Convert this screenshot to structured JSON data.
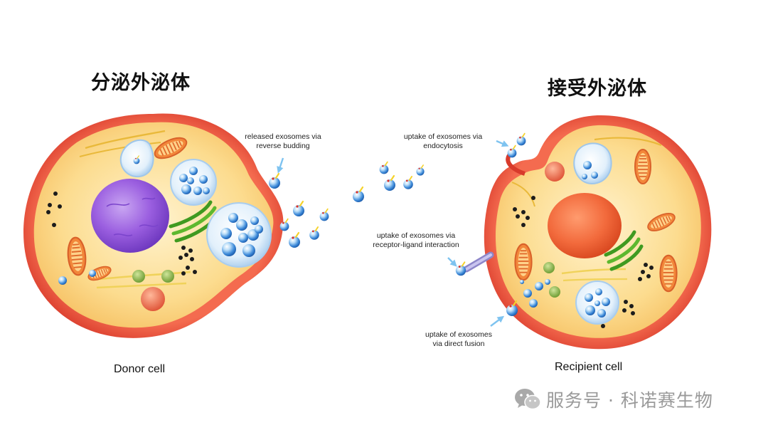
{
  "donor": {
    "title": "分泌外泌体",
    "label": "Donor cell"
  },
  "recipient": {
    "title": "接受外泌体",
    "label": "Recipient cell"
  },
  "annotations": {
    "release": [
      "released exosomes via",
      "reverse budding"
    ],
    "endocytosis": [
      "uptake of exosomes via",
      "endocytosis"
    ],
    "receptor": [
      "uptake of exosomes via",
      "receptor-ligand interaction"
    ],
    "fusion": [
      "uptake of exosomes",
      "via direct fusion"
    ]
  },
  "watermark": {
    "text": "服务号 · 科诺赛生物",
    "icon": "wechat-icon"
  },
  "colors": {
    "membrane": "#ef5a44",
    "cytoplasm": "#fcd57e",
    "donor_nucleus": "#9b5fe0",
    "recipient_nucleus": "#f26a3c",
    "mitochondria": "#f2873a",
    "golgi": "#4caf2a",
    "exosome": "#3d8ad9",
    "arrow": "#7ec3f0"
  }
}
